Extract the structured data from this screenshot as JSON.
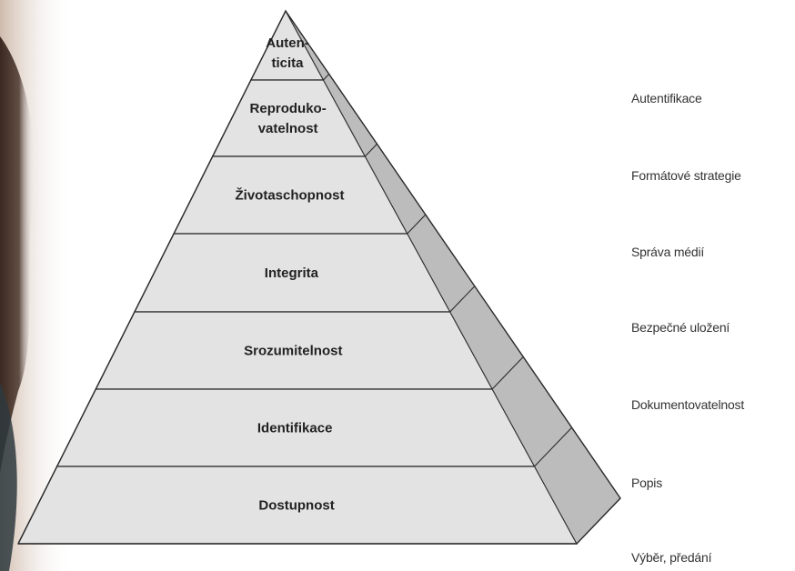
{
  "pyramid": {
    "layers": [
      {
        "lines": [
          "Auten-",
          "ticita"
        ]
      },
      {
        "lines": [
          "Reproduko-",
          "vatelnost"
        ]
      },
      {
        "lines": [
          "Životaschopnost"
        ]
      },
      {
        "lines": [
          "Integrita"
        ]
      },
      {
        "lines": [
          "Srozumitelnost"
        ]
      },
      {
        "lines": [
          "Identifikace"
        ]
      },
      {
        "lines": [
          "Dostupnost"
        ]
      }
    ]
  },
  "right_labels": [
    "Autentifikace",
    "Formátové strategie",
    "Správa médií",
    "Bezpečné uložení",
    "Dokumentovatelnost",
    "Popis",
    "Výběr, předání"
  ],
  "colors": {
    "front_face": "#e3e3e3",
    "side_face": "#bcbcbc",
    "edges": "#2b2b2b",
    "hair": "#3b2a22"
  }
}
